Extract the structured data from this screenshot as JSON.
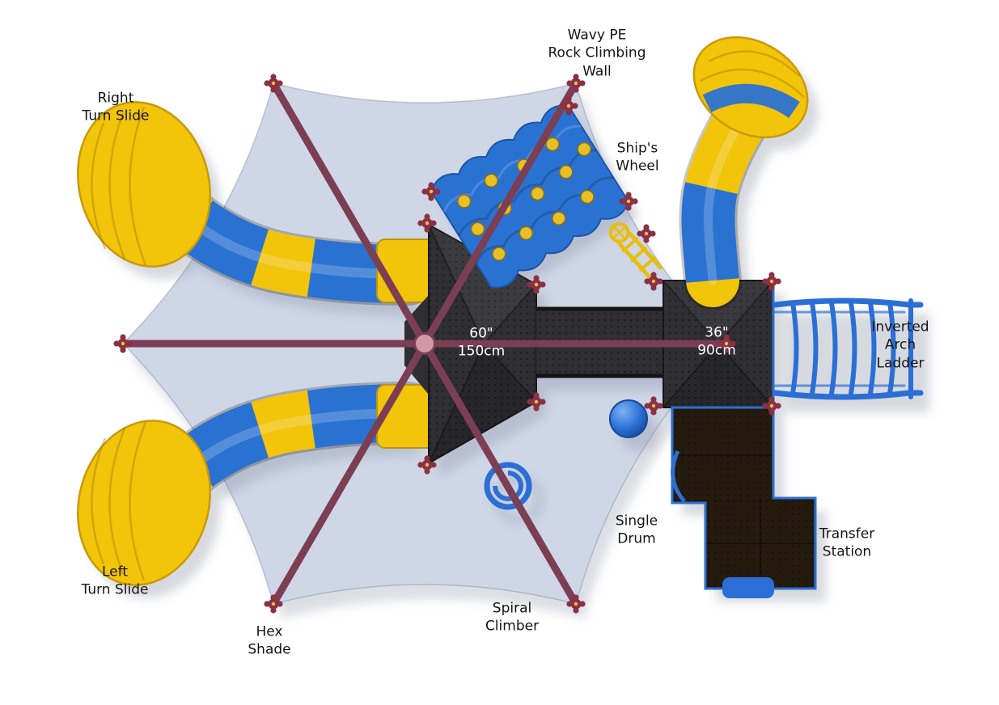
{
  "diagram": {
    "type": "playground-top-view",
    "labels": {
      "rock_wall": "Wavy PE\nRock Climbing\nWall",
      "right_turn_slide": "Right\nTurn Slide",
      "ships_wheel": "Ship's\nWheel",
      "inverted_arch_ladder": "Inverted\nArch\nLadder",
      "single_drum": "Single\nDrum",
      "transfer_station": "Transfer\nStation",
      "left_turn_slide": "Left\nTurn Slide",
      "hex_shade": "Hex\nShade",
      "spiral_climber": "Spiral\nClimber"
    },
    "dimensions": {
      "deck_height_main": "60\"\n150cm",
      "deck_height_secondary": "36\"\n90cm"
    },
    "colors": {
      "background": "#ffffff",
      "canopy": "#cfd7e7",
      "beam": "#7b3e53",
      "beam_cap": "#8c3046",
      "hub": "#d397a6",
      "slide_yellow": "#f2c40a",
      "slide_blue": "#2a72d2",
      "deck_dark": "#2e2e33",
      "deck_brown": "#241b0e",
      "trim_blue": "#2b6fd6",
      "hold_yellow": "#e6c027",
      "label_text": "#151515",
      "dim_text": "#ffffff",
      "shadow": "#8b93a4"
    }
  }
}
